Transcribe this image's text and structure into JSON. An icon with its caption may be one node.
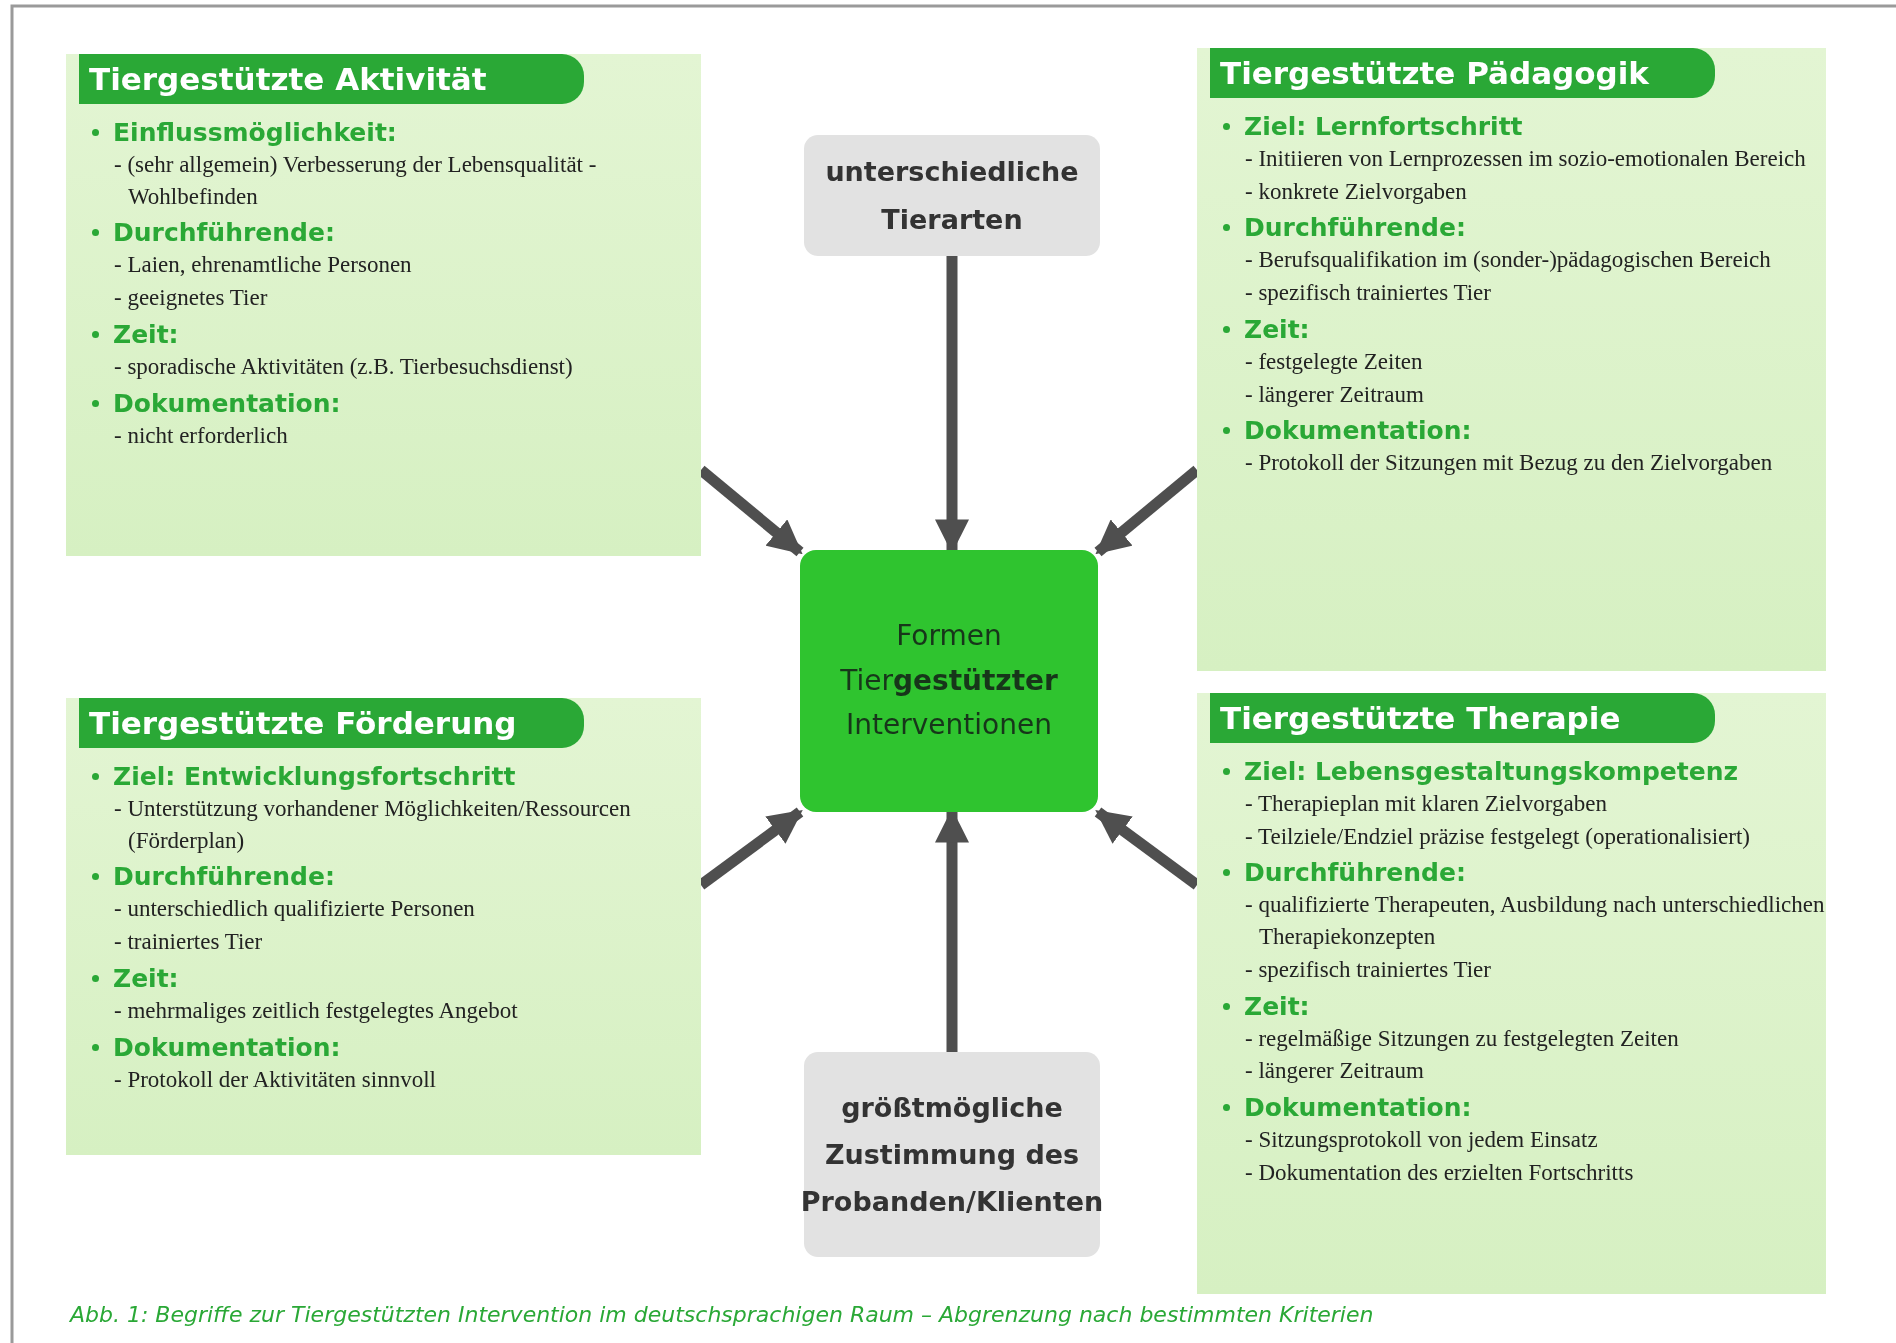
{
  "diagram": {
    "caption": "Abb. 1: Begriffe zur Tiergestützten Intervention im deutschsprachigen Raum – Abgrenzung nach bestimmten Kriterien",
    "nodes": [
      {
        "text": [
          "Tiergestützte Aktivität",
          "Einflussmöglichkeit:",
          "- (sehr allgemein) Verbesserung der Lebensqualität - Wohlbefinden",
          "Durchführende:",
          "- Laien, ehrenamtliche Personen",
          "- geeignetes Tier",
          "Zeit:",
          "- sporadische Aktivitäten (z.B. Tierbesuchsdienst)",
          "Dokumentation:",
          "- nicht erforderlich"
        ]
      },
      {
        "text": [
          "unterschiedliche Tierarten"
        ]
      },
      {
        "text": [
          "Tiergestützte Pädagogik",
          "Ziel: Lernfortschritt",
          "- Initiieren von Lernprozessen im sozio-emotionalen Bereich",
          "- konkrete Zielvorgaben",
          "Durchführende:",
          "- Berufsqualifikation im (sonder-)pädagogischen Bereich",
          "- spezifisch trainiertes Tier",
          "Zeit:",
          "- festgelegte Zeiten",
          "- längerer Zeitraum",
          "Dokumentation:",
          "- Protokoll der Sitzungen mit Bezug zu den Zielvorgaben"
        ]
      },
      {
        "text": [
          "Formen Tier**gestützter** Interventionen"
        ]
      },
      {
        "text": [
          "Tiergestützte Förderung",
          "Ziel: Entwicklungsfortschritt",
          "- Unterstützung vorhandener Möglichkeiten/Ressourcen (Förderplan)",
          "Durchführende:",
          "- unterschiedlich qualifizierte Personen",
          "- trainiertes Tier",
          "Zeit:",
          "- mehrmaliges zeitlich festgelegtes Angebot",
          "Dokumentation:",
          "- Protokoll der Aktivitäten sinnvoll"
        ]
      },
      {
        "text": [
          "Tiergestützte Therapie",
          "Ziel: Lebensgestaltungskompetenz",
          "- Therapieplan mit klaren Zielvorgaben",
          "- Teilziele/Endziel präzise festgelegt (operationalisiert)",
          "Durchführende:",
          "- qualifizierte Therapeuten, Ausbildung nach unterschiedlichen Therapiekonzepten",
          "- spezifisch trainiertes Tier",
          "Zeit:",
          "- regelmäßige Sitzungen zu festgelegten Zeiten",
          "- längerer Zeitraum",
          "Dokumentation:",
          "- Sitzungsprotokoll von jedem Einsatz",
          "- Dokumentation des erzielten Fortschritts"
        ]
      },
      {
        "text": [
          "größtmögliche Zustimmung des Probanden/Klienten"
        ]
      }
    ],
    "edges": [
      {
        "from": 1,
        "to": 3,
        "arrow": "to"
      },
      {
        "from": 0,
        "to": 3,
        "arrow": "to"
      },
      {
        "from": 2,
        "to": 3,
        "arrow": "to"
      },
      {
        "from": 4,
        "to": 3,
        "arrow": "to"
      },
      {
        "from": 5,
        "to": 3,
        "arrow": "to"
      },
      {
        "from": 6,
        "to": 3,
        "arrow": "to"
      }
    ]
  }
}
